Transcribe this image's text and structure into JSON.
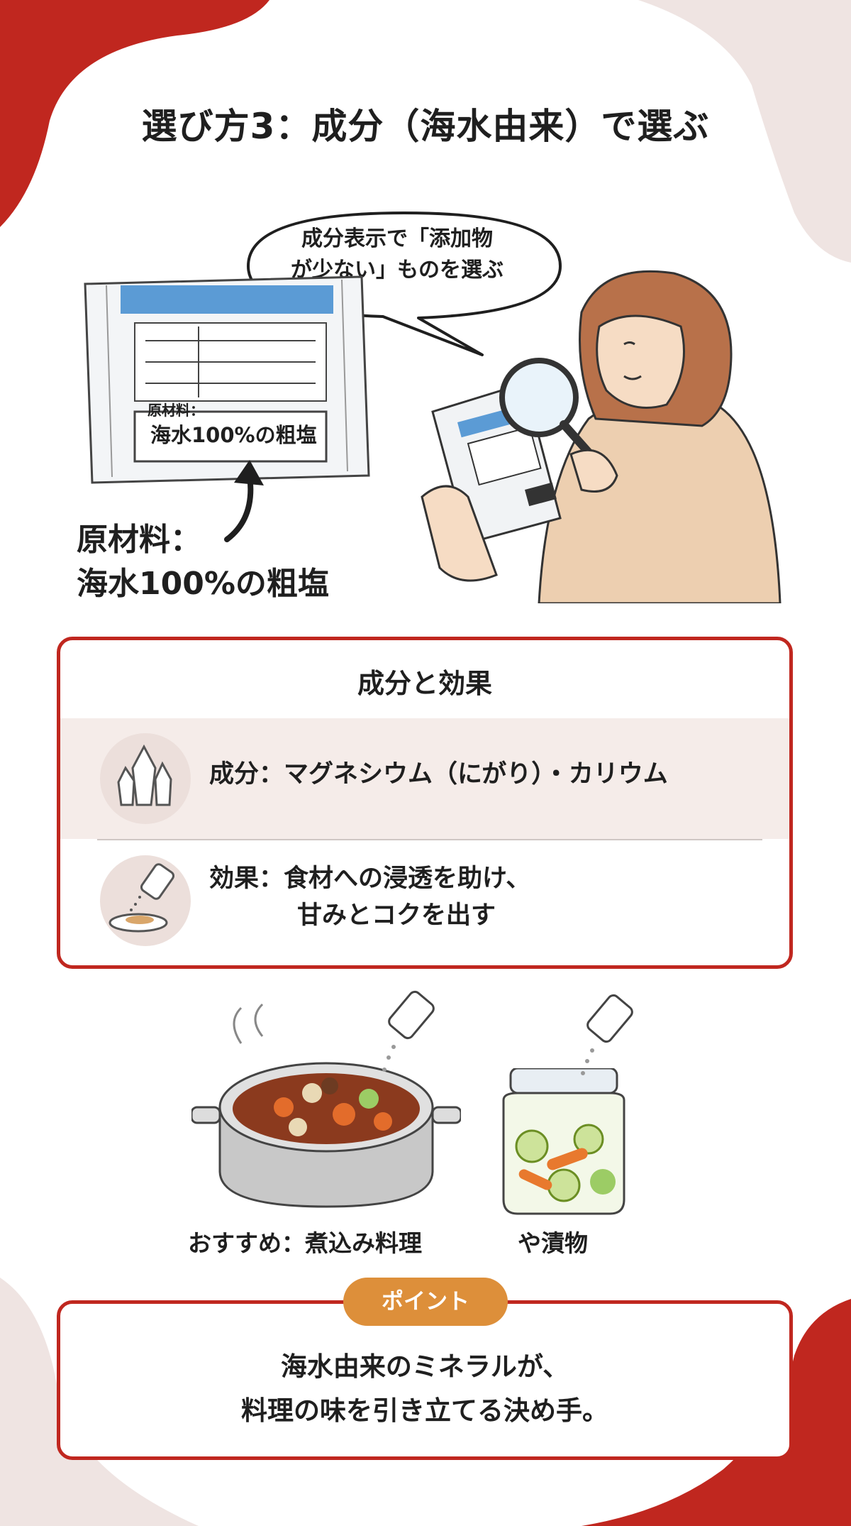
{
  "colors": {
    "accent_red": "#c0271f",
    "corner_pink": "#efe4e2",
    "badge_orange": "#dd8f3a",
    "header_blue": "#5b9bd5"
  },
  "title": "選び方3：成分（海水由来）で選ぶ",
  "speech_bubble": {
    "line1": "成分表示で「添加物",
    "line2": "が少ない」ものを選ぶ"
  },
  "package_label": {
    "small": "原材料：",
    "big": "海水100%の粗塩"
  },
  "callout": {
    "line1": "原材料：",
    "line2": "海水100%の粗塩"
  },
  "card": {
    "title": "成分と効果",
    "ingredient": {
      "icon": "crystal-icon",
      "text": "成分：マグネシウム（にがり）・カリウム"
    },
    "effect": {
      "icon": "salt-shaker-icon",
      "line1": "効果：食材への浸透を助け、",
      "line2": "甘みとコクを出す"
    }
  },
  "recommend": {
    "left": "おすすめ：煮込み料理",
    "right": "や漬物"
  },
  "point": {
    "badge": "ポイント",
    "line1": "海水由来のミネラルが、",
    "line2": "料理の味を引き立てる決め手。"
  }
}
